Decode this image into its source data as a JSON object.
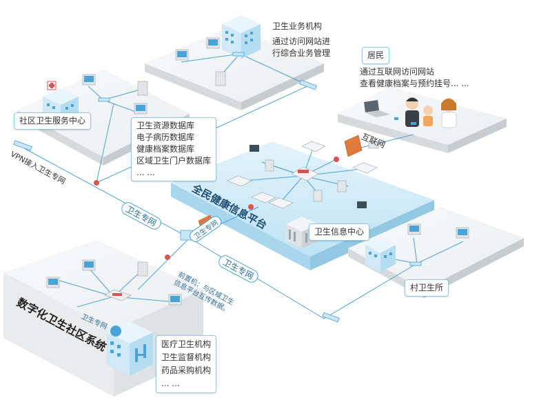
{
  "platform": {
    "title": "全民健康信息平台",
    "center_label": "卫生信息中心"
  },
  "business_org": {
    "title": "卫生业务机构",
    "desc": [
      "通过访问网站进",
      "行综合业务管理"
    ]
  },
  "residents": {
    "title": "居民",
    "desc": [
      "通过互联网访问网站",
      "查看健康档案与预约挂号... ..."
    ],
    "internet": "互联网"
  },
  "community_center": {
    "title": "社区卫生服务中心"
  },
  "databases": {
    "items": [
      "卫生资源数据库",
      "电子病历数据库",
      "健康档案数据库",
      "区域卫生门户数据库",
      "... ..."
    ]
  },
  "network": {
    "vpn": "VPN接入卫生专网",
    "private_1": "卫生专网",
    "private_2": "卫生专网",
    "private_3": "卫生专网",
    "private_4": "卫生专网"
  },
  "digital_system": {
    "title": "数字化卫生社区系统",
    "frontend_note": [
      "前置机：与区域卫生",
      "信息平台互传数据。"
    ]
  },
  "orgs": {
    "items": [
      "医疗卫生机构",
      "卫生监督机构",
      "药品采购机构",
      "... ..."
    ]
  },
  "village_clinic": {
    "title": "村卫生所"
  }
}
